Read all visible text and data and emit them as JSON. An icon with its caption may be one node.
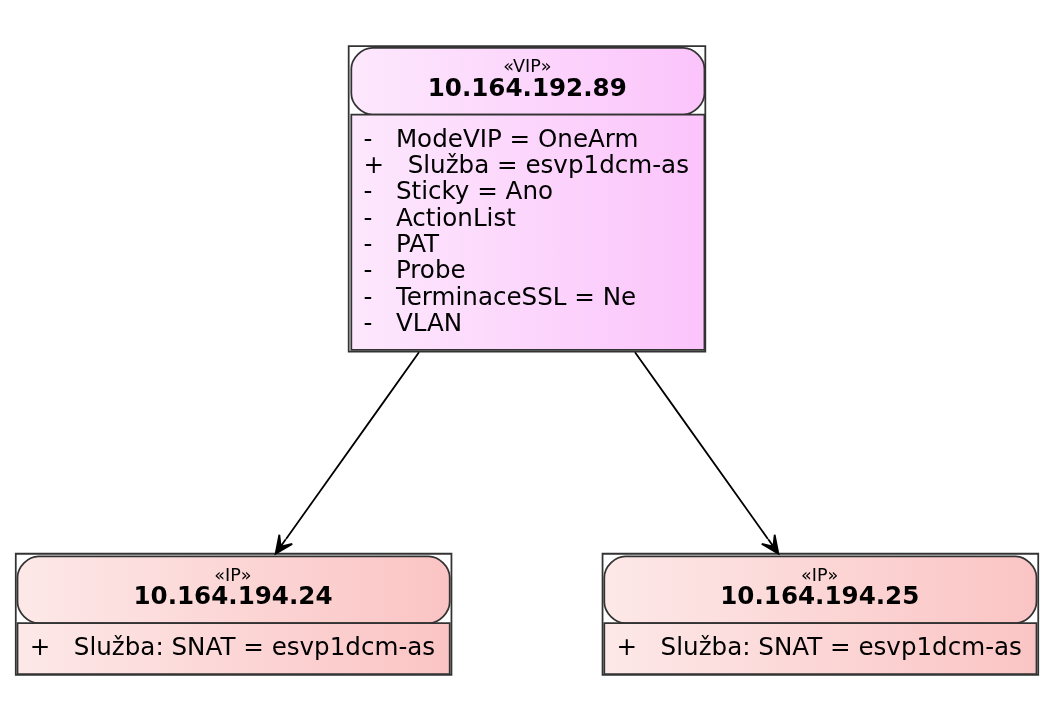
{
  "diagram": {
    "nodes": [
      {
        "text": [
          "«VIP»",
          "10.164.192.89",
          "-   ModeVIP = OneArm",
          "+   Služba = esvp1dcm-as",
          "-   Sticky = Ano",
          "-   ActionList",
          "-   PAT",
          "-   Probe",
          "-   TerminaceSSL = Ne",
          "-   VLAN"
        ]
      },
      {
        "text": [
          "«IP»",
          "10.164.194.24",
          "+   Služba: SNAT = esvp1dcm-as"
        ]
      },
      {
        "text": [
          "«IP»",
          "10.164.194.25",
          "+   Služba: SNAT = esvp1dcm-as"
        ]
      }
    ],
    "edges": [
      {
        "from": 0,
        "to": 1,
        "arrow": "to"
      },
      {
        "from": 0,
        "to": 2,
        "arrow": "to"
      }
    ]
  }
}
